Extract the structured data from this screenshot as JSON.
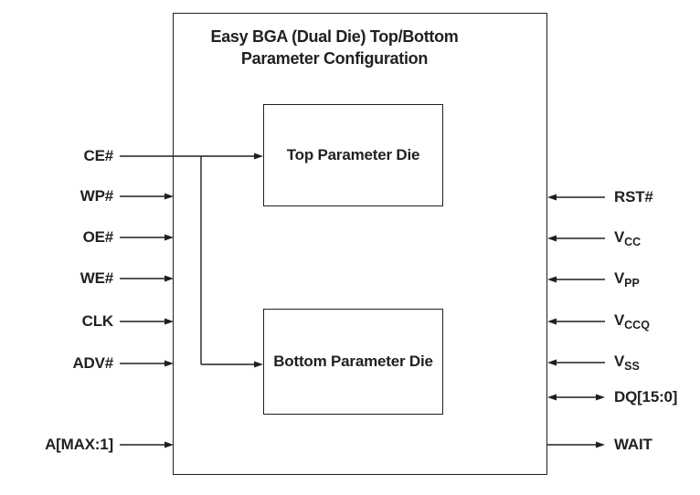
{
  "diagram": {
    "title_line1": "Easy BGA (Dual Die) Top/Bottom",
    "title_line2": "Parameter Configuration",
    "blocks": {
      "top_die": "Top Parameter Die",
      "bottom_die": "Bottom Parameter Die"
    },
    "left_signals": [
      {
        "label": "CE#",
        "direction": "in",
        "routing": "branches to top and bottom parameter dies"
      },
      {
        "label": "WP#",
        "direction": "in"
      },
      {
        "label": "OE#",
        "direction": "in"
      },
      {
        "label": "WE#",
        "direction": "in"
      },
      {
        "label": "CLK",
        "direction": "in"
      },
      {
        "label": "ADV#",
        "direction": "in"
      },
      {
        "label": "A[MAX:1]",
        "direction": "in"
      }
    ],
    "right_signals": [
      {
        "base": "RST#",
        "sub": "",
        "direction": "in"
      },
      {
        "base": "V",
        "sub": "CC",
        "direction": "in"
      },
      {
        "base": "V",
        "sub": "PP",
        "direction": "in"
      },
      {
        "base": "V",
        "sub": "CCQ",
        "direction": "in"
      },
      {
        "base": "V",
        "sub": "SS",
        "direction": "in"
      },
      {
        "base": "DQ[15:0]",
        "sub": "",
        "direction": "bidirectional"
      },
      {
        "base": "WAIT",
        "sub": "",
        "direction": "out"
      }
    ],
    "colors": {
      "line": "#231f20",
      "text": "#231f20",
      "background": "#ffffff"
    }
  }
}
